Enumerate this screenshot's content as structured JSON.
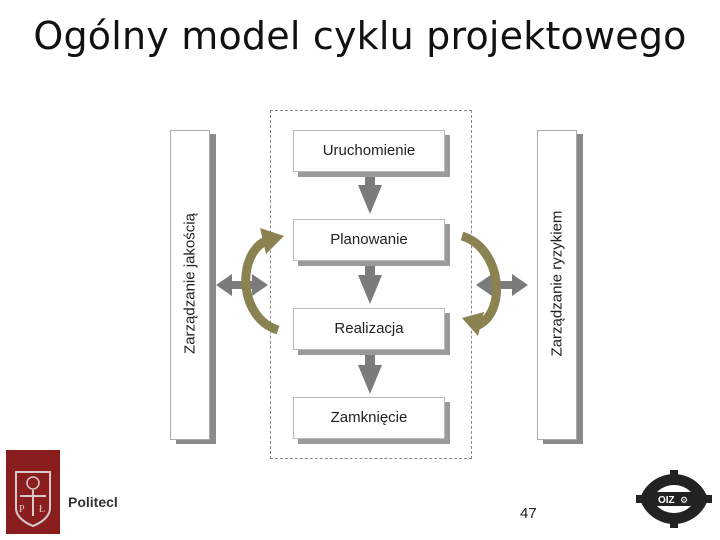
{
  "title": "Ogólny model cyklu projektowego",
  "phases": [
    "Uruchomienie",
    "Planowanie",
    "Realizacja",
    "Zamknięcie"
  ],
  "left_bar_label": "Zarządzanie jakością",
  "right_bar_label": "Zarządzanie ryzykiem",
  "page_number": "47",
  "footer_logo_text": "Politecl",
  "right_logo_text": "OIZ",
  "colors": {
    "arrow_gray": "#7b7b7b",
    "arrow_olive": "#8a8250",
    "logo_red": "#8a1e1e"
  }
}
